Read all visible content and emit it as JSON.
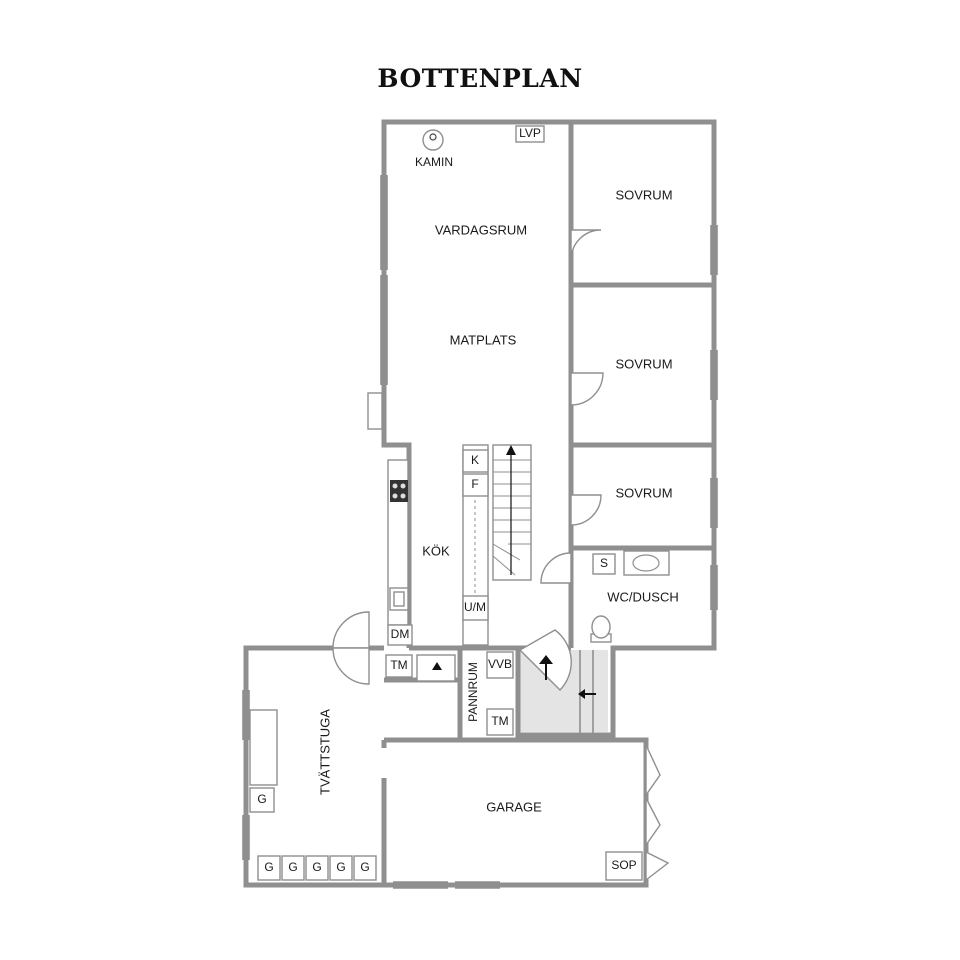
{
  "title": "BOTTENPLAN",
  "rooms": {
    "vardagsrum": "VARDAGSRUM",
    "matplats": "MATPLATS",
    "sovrum_1": "SOVRUM",
    "sovrum_2": "SOVRUM",
    "sovrum_3": "SOVRUM",
    "wc_dusch": "WC/DUSCH",
    "kok": "KÖK",
    "tvattstuga": "TVÄTTSTUGA",
    "pannrum": "PANNRUM",
    "garage": "GARAGE"
  },
  "fixtures": {
    "kamin": "KAMIN",
    "lvp": "LVP",
    "k": "K",
    "f": "F",
    "um": "U/M",
    "dm": "DM",
    "tm_kitchen": "TM",
    "tm_pannrum": "TM",
    "vvb": "VVB",
    "s": "S",
    "sop": "SOP",
    "g_single": "G",
    "g_row": [
      "G",
      "G",
      "G",
      "G",
      "G"
    ]
  }
}
